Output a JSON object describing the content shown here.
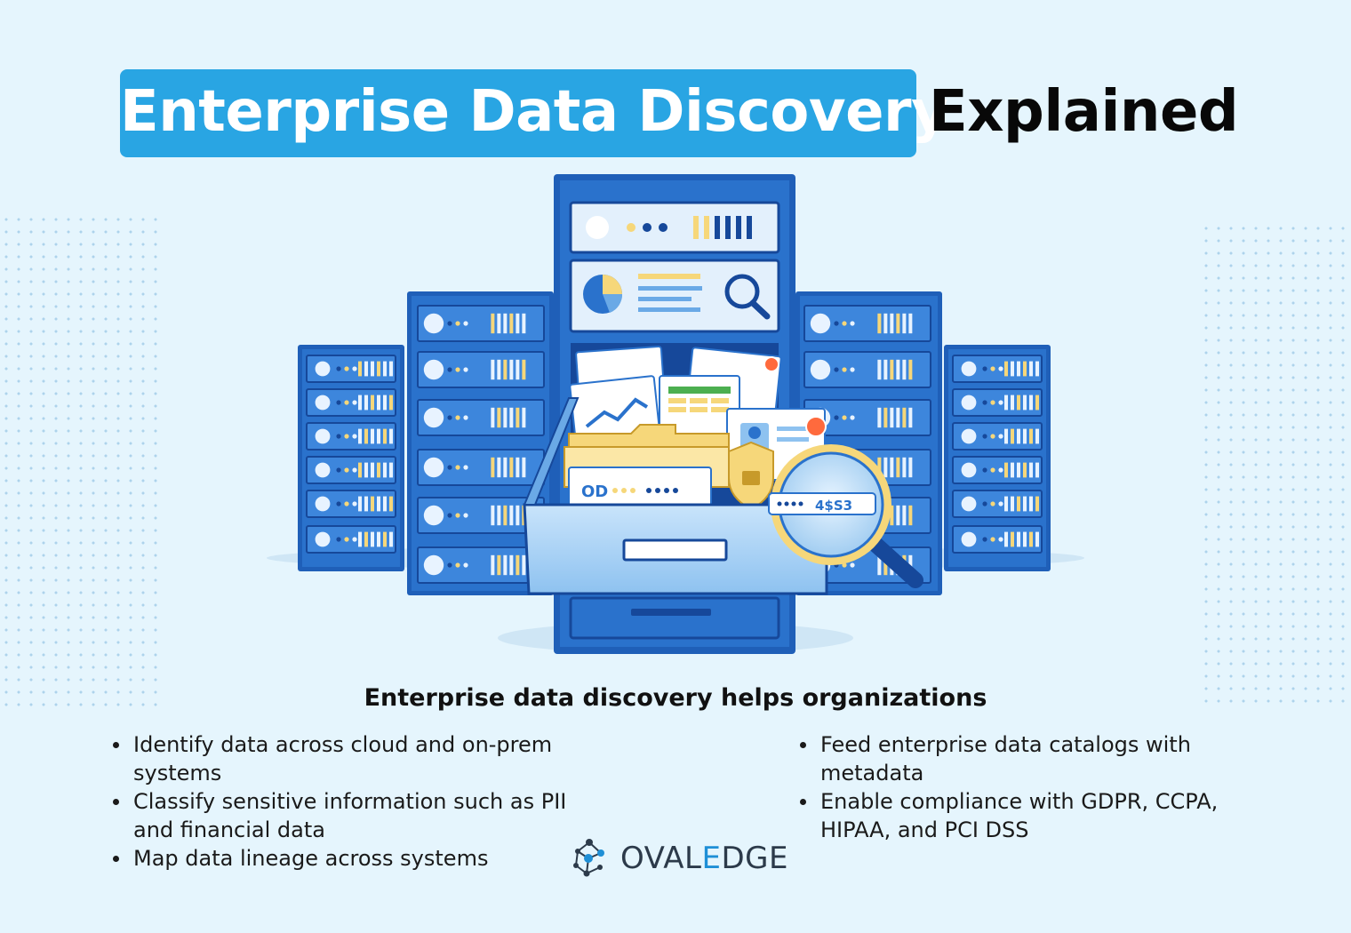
{
  "title": {
    "highlight": "Enterprise Data Discovery",
    "rest": "Explained"
  },
  "illustration": {
    "lookup_text": "OD",
    "magnifier_text": "4$S3"
  },
  "subtitle": "Enterprise data discovery helps organizations",
  "bullets_left": [
    "Identify data across cloud and on-prem systems",
    "Classify sensitive information such as PII and financial data",
    "Map data lineage across systems"
  ],
  "bullets_right": [
    "Feed enterprise data catalogs with metadata",
    "Enable compliance with GDPR, CCPA, HIPAA, and PCI DSS"
  ],
  "logo": {
    "part1": "OVAL",
    "part2": "E",
    "part3": "DGE"
  },
  "colors": {
    "background": "#e5f5fd",
    "highlight": "#29a5e3",
    "server_blue": "#1f5fb8",
    "folder_yellow": "#f6d77a"
  }
}
